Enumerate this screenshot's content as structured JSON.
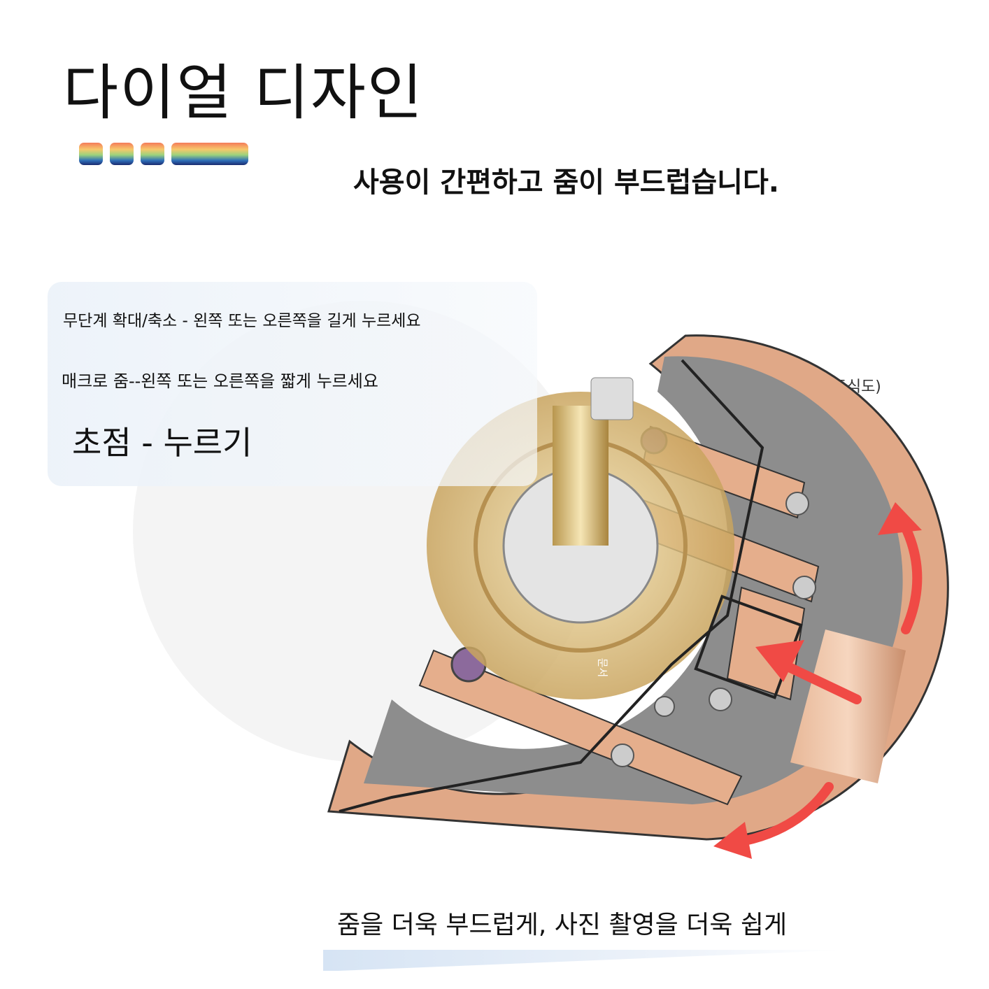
{
  "header": {
    "title": "다이얼 디자인",
    "subtitle": "사용이 간편하고 줌이 부드럽습니다."
  },
  "instructions": {
    "stepless": "무단계 확대/축소 - 왼쪽 또는 오른쪽을 길게 누르세요",
    "macro": "매크로 줌--왼쪽 또는 오른쪽을 짧게 누르세요",
    "focus": "초점 - 누르기"
  },
  "diagram": {
    "label": "(도식도)",
    "part_label": "문서"
  },
  "footer": {
    "caption": "줌을 더욱 부드럽게, 사진 촬영을 더욱 쉽게"
  },
  "colors": {
    "gold": "#d9a07a",
    "arrow": "#f04a45",
    "accent_bar_top": "#f47b5a",
    "accent_bar_bottom": "#1b2a6e"
  }
}
